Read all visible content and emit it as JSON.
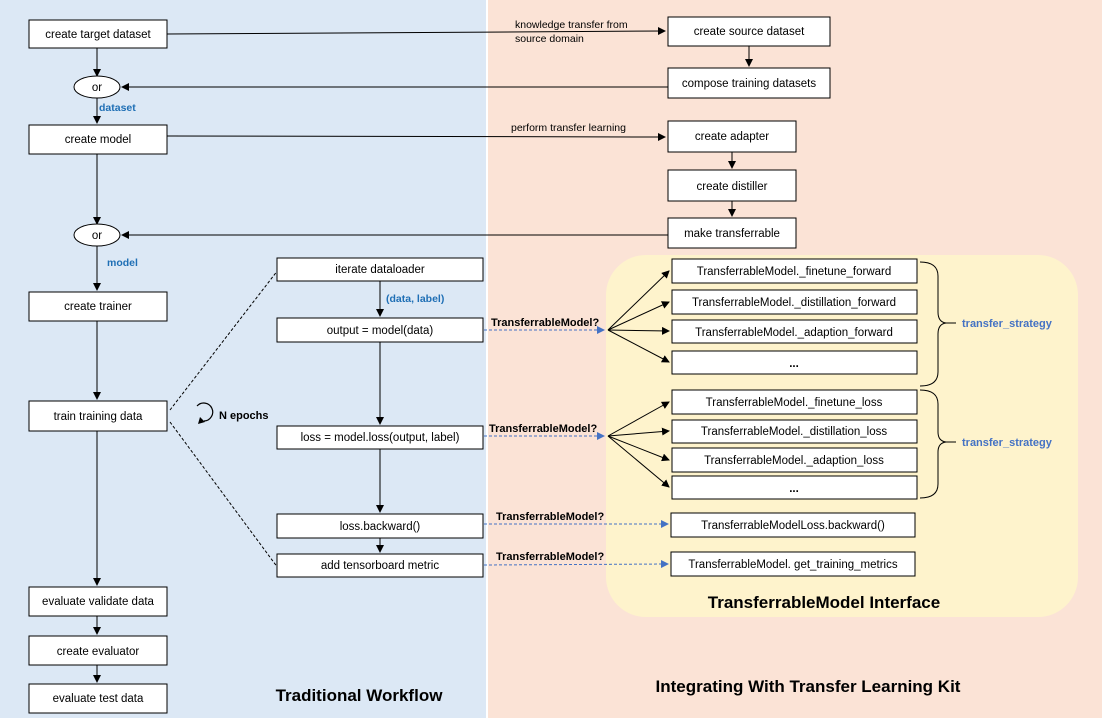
{
  "colors": {
    "left_panel": "#dce8f5",
    "right_panel": "#fbe3d6",
    "interface_panel": "#fef3cc",
    "label_blue": "#1f6fb5",
    "strategy_blue": "#4472c4"
  },
  "titles": {
    "traditional": "Traditional Workflow",
    "transfer_kit": "Integrating With Transfer Learning Kit",
    "interface": "TransferrableModel Interface"
  },
  "left": {
    "create_target_dataset": "create  target dataset",
    "or1": "or",
    "dataset_label": "dataset",
    "create_model": "create  model",
    "or2": "or",
    "model_label": "model",
    "create_trainer": "create trainer",
    "train_training_data": "train training data",
    "n_epochs": "N epochs",
    "evaluate_validate_data": "evaluate validate data",
    "create_evaluator": "create evaluator",
    "evaluate_test_data": "evaluate test data"
  },
  "middle": {
    "iterate_dataloader": "iterate dataloader",
    "data_label": "(data, label)",
    "output_model": "output = model(data)",
    "loss_model": "loss = model.loss(output, label)",
    "loss_backward": "loss.backward()",
    "add_tensorboard": "add tensorboard metric"
  },
  "right": {
    "create_source_dataset": "create  source dataset",
    "compose_training": "compose training datasets",
    "create_adapter": "create adapter",
    "create_distiller": "create distiller",
    "make_transferrable": "make transferrable",
    "knowledge_transfer_1": "knowledge transfer from",
    "knowledge_transfer_2": "source domain",
    "perform_transfer": "perform transfer learning"
  },
  "interface": {
    "tm_question": "TransferrableModel?",
    "forward_items": [
      "TransferrableModel._finetune_forward",
      "TransferrableModel._distillation_forward",
      "TransferrableModel._adaption_forward",
      "..."
    ],
    "loss_items": [
      "TransferrableModel._finetune_loss",
      "TransferrableModel._distillation_loss",
      "TransferrableModel._adaption_loss",
      "..."
    ],
    "strategy_label": "transfer_strategy",
    "loss_backward_target": "TransferrableModelLoss.backward()",
    "metrics_target": "TransferrableModel. get_training_metrics"
  }
}
